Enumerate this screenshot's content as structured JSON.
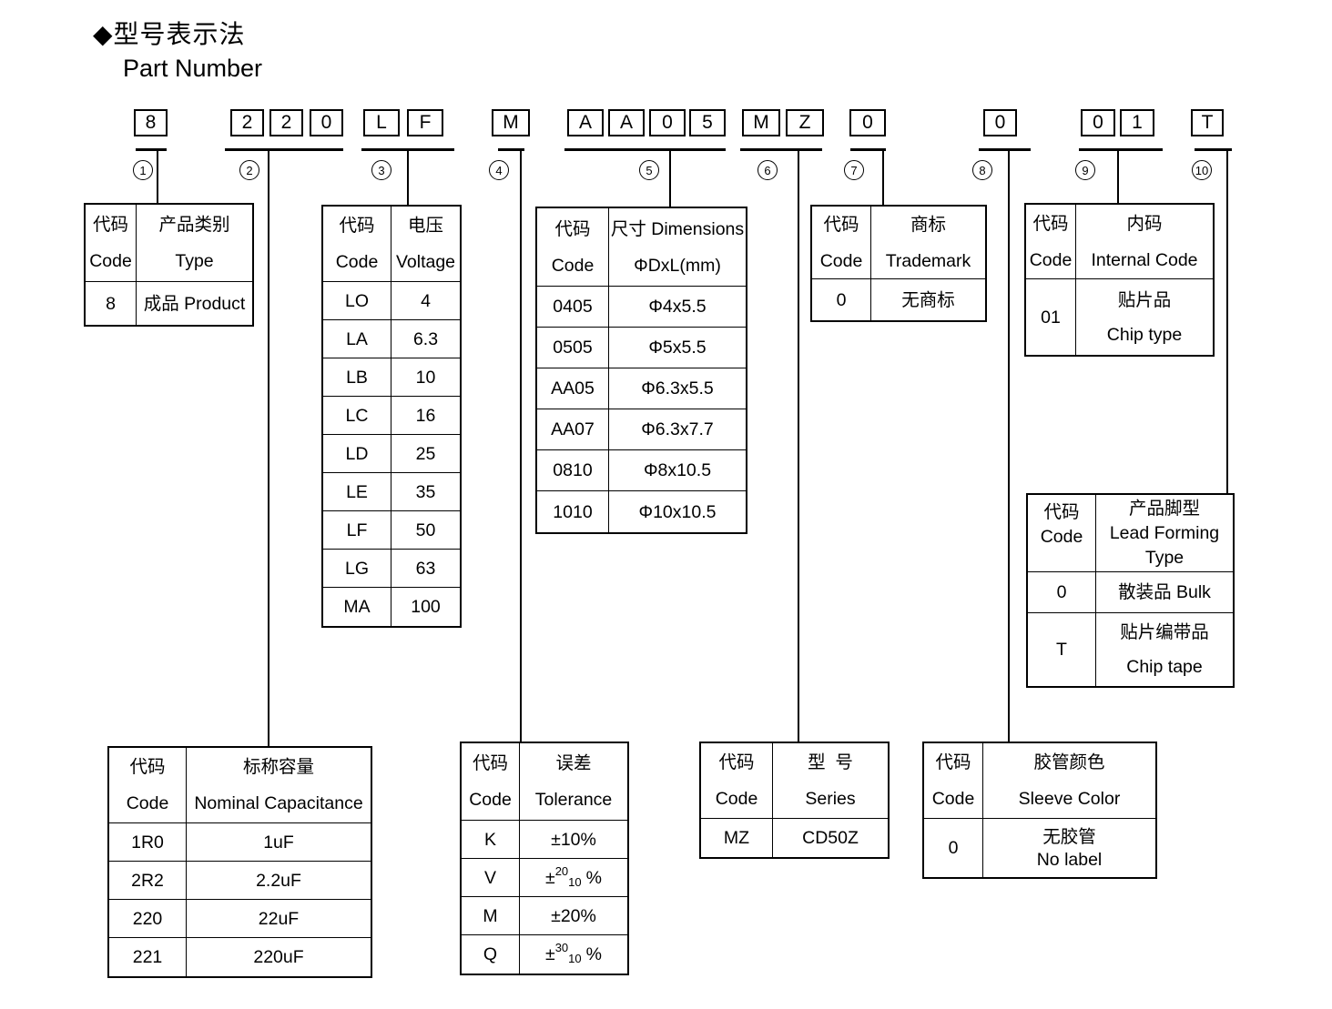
{
  "title": {
    "cn": "◆型号表示法",
    "en": "Part Number"
  },
  "part_number": {
    "groups": [
      {
        "num": "1",
        "chars": [
          "8"
        ]
      },
      {
        "num": "2",
        "chars": [
          "2",
          "2",
          "0"
        ]
      },
      {
        "num": "3",
        "chars": [
          "L",
          "F"
        ]
      },
      {
        "num": "4",
        "chars": [
          "M"
        ]
      },
      {
        "num": "5",
        "chars": [
          "A",
          "A",
          "0",
          "5"
        ]
      },
      {
        "num": "6",
        "chars": [
          "M",
          "Z"
        ]
      },
      {
        "num": "7",
        "chars": [
          "0"
        ]
      },
      {
        "num": "8",
        "chars": [
          "0"
        ]
      },
      {
        "num": "9",
        "chars": [
          "0",
          "1"
        ]
      },
      {
        "num": "10",
        "chars": [
          "T"
        ]
      }
    ]
  },
  "tables": {
    "product_type": {
      "header": [
        [
          "代码",
          "Code"
        ],
        [
          "产品类别",
          "Type"
        ]
      ],
      "rows": [
        [
          "8",
          "成品 Product"
        ]
      ]
    },
    "capacitance": {
      "header": [
        [
          "代码",
          "Code"
        ],
        [
          "标称容量",
          "Nominal Capacitance"
        ]
      ],
      "rows": [
        [
          "1R0",
          "1uF"
        ],
        [
          "2R2",
          "2.2uF"
        ],
        [
          "220",
          "22uF"
        ],
        [
          "221",
          "220uF"
        ]
      ]
    },
    "voltage": {
      "header": [
        [
          "代码",
          "Code"
        ],
        [
          "电压",
          "Voltage"
        ]
      ],
      "rows": [
        [
          "LO",
          "4"
        ],
        [
          "LA",
          "6.3"
        ],
        [
          "LB",
          "10"
        ],
        [
          "LC",
          "16"
        ],
        [
          "LD",
          "25"
        ],
        [
          "LE",
          "35"
        ],
        [
          "LF",
          "50"
        ],
        [
          "LG",
          "63"
        ],
        [
          "MA",
          "100"
        ]
      ]
    },
    "tolerance": {
      "header": [
        [
          "代码",
          "Code"
        ],
        [
          "误差",
          "Tolerance"
        ]
      ],
      "rows": [
        [
          "K",
          "±10%"
        ],
        [
          "V",
          {
            "pre": "±",
            "sup": "20",
            "sub": "10",
            "post": "%"
          }
        ],
        [
          "M",
          "±20%"
        ],
        [
          "Q",
          {
            "pre": "±",
            "sup": "30",
            "sub": "10",
            "post": "%"
          }
        ]
      ]
    },
    "dimensions": {
      "header": [
        [
          "代码",
          "Code"
        ],
        [
          "尺寸 Dimensions",
          "ΦDxL(mm)"
        ]
      ],
      "rows": [
        [
          "0405",
          "Φ4x5.5"
        ],
        [
          "0505",
          "Φ5x5.5"
        ],
        [
          "AA05",
          "Φ6.3x5.5"
        ],
        [
          "AA07",
          "Φ6.3x7.7"
        ],
        [
          "0810",
          "Φ8x10.5"
        ],
        [
          "1010",
          "Φ10x10.5"
        ]
      ]
    },
    "series": {
      "header": [
        [
          "代码",
          "Code"
        ],
        [
          "型  号",
          "Series"
        ]
      ],
      "rows": [
        [
          "MZ",
          "CD50Z"
        ]
      ]
    },
    "trademark": {
      "header": [
        [
          "代码",
          "Code"
        ],
        [
          "商标",
          "Trademark"
        ]
      ],
      "rows": [
        [
          "0",
          "无商标"
        ]
      ]
    },
    "sleeve_color": {
      "header": [
        [
          "代码",
          "Code"
        ],
        [
          "胶管颜色",
          "Sleeve Color"
        ]
      ],
      "rows": [
        [
          "0",
          [
            "无胶管",
            "No label"
          ]
        ]
      ]
    },
    "internal_code": {
      "header": [
        [
          "代码",
          "Code"
        ],
        [
          "内码",
          "Internal Code"
        ]
      ],
      "rows": [
        [
          "01",
          [
            "贴片品",
            "Chip type"
          ]
        ]
      ]
    },
    "lead_forming": {
      "header": [
        [
          "代码",
          "Code"
        ],
        [
          "产品脚型",
          "Lead Forming",
          "Type"
        ]
      ],
      "rows": [
        [
          "0",
          "散装品 Bulk"
        ],
        [
          "T",
          [
            "贴片编带品",
            "Chip tape"
          ]
        ]
      ]
    }
  }
}
